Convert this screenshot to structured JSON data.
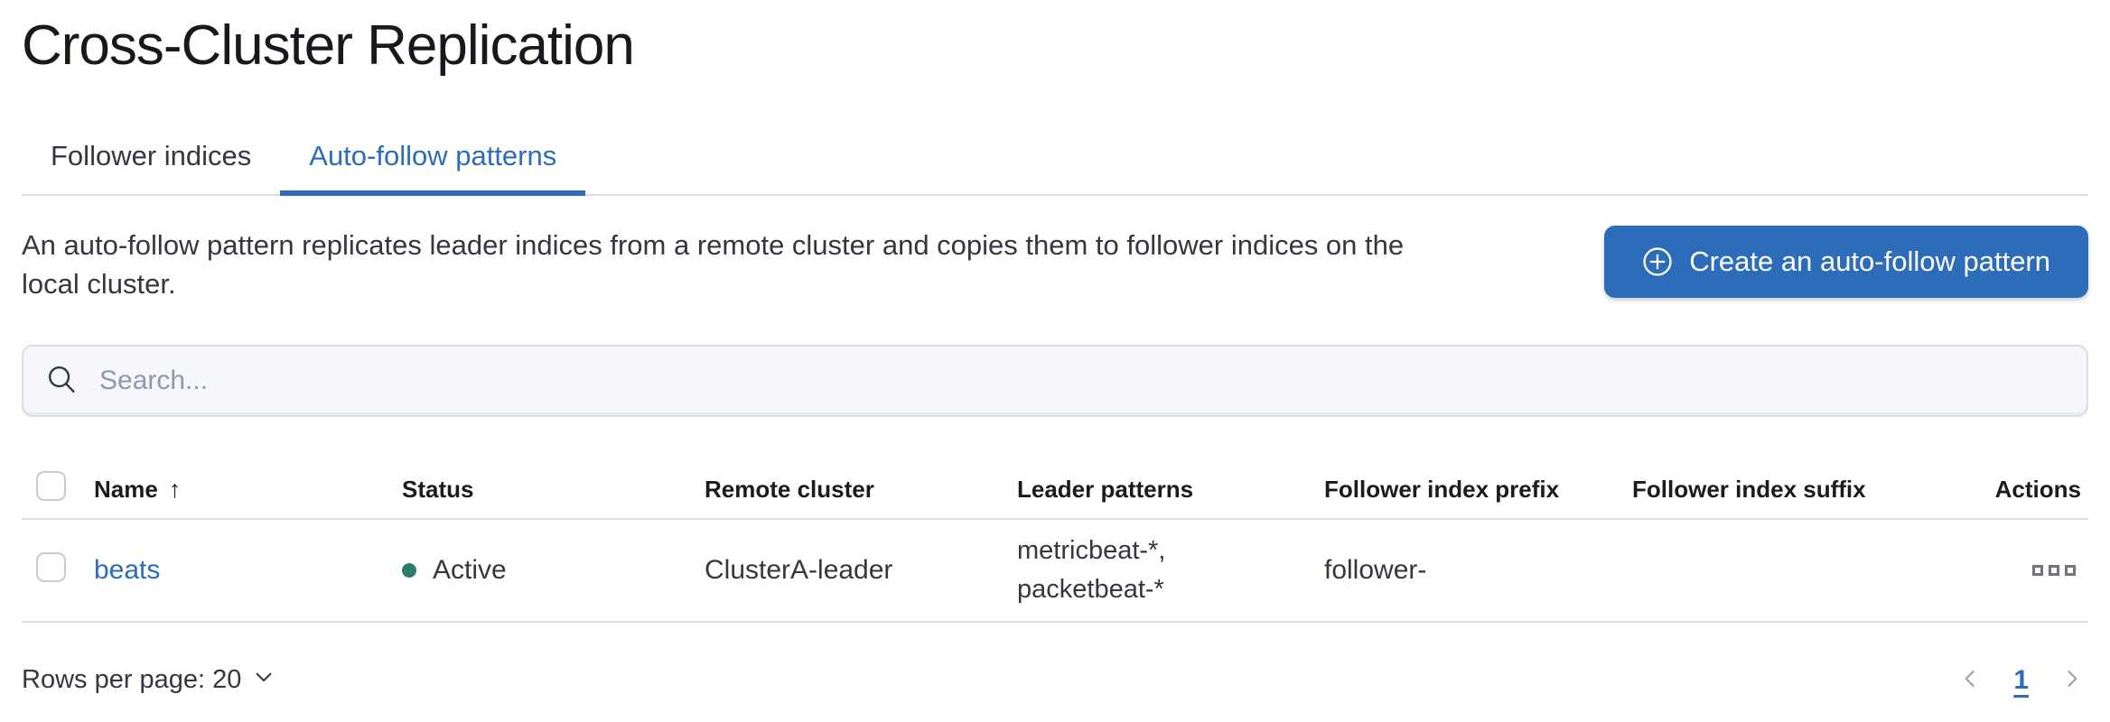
{
  "page": {
    "title": "Cross-Cluster Replication"
  },
  "tabs": [
    {
      "label": "Follower indices",
      "active": false
    },
    {
      "label": "Auto-follow patterns",
      "active": true
    }
  ],
  "intro": {
    "description_line1": "An auto-follow pattern replicates leader indices from a remote cluster and copies them to follower indices on the",
    "description_line2": "local cluster.",
    "create_button_label": "Create an auto-follow pattern"
  },
  "search": {
    "placeholder": "Search...",
    "value": ""
  },
  "table": {
    "columns": {
      "name": "Name",
      "status": "Status",
      "remote_cluster": "Remote cluster",
      "leader_patterns": "Leader patterns",
      "follower_index_prefix": "Follower index prefix",
      "follower_index_suffix": "Follower index suffix",
      "actions": "Actions"
    },
    "sort": {
      "column": "Name",
      "direction": "ascending"
    },
    "rows": [
      {
        "name": "beats",
        "status": "Active",
        "remote_cluster": "ClusterA-leader",
        "leader_patterns": [
          "metricbeat-*,",
          "packetbeat-*"
        ],
        "follower_index_prefix": "follower-",
        "follower_index_suffix": ""
      }
    ]
  },
  "footer": {
    "rows_per_page_label": "Rows per page: 20",
    "current_page": "1"
  },
  "icons": {
    "sort_ascending": "↑"
  },
  "colors": {
    "accent_blue": "#2d6cb8",
    "status_active_dot": "#2b7c6e",
    "divider": "#d3dae6",
    "text": "#343741"
  }
}
